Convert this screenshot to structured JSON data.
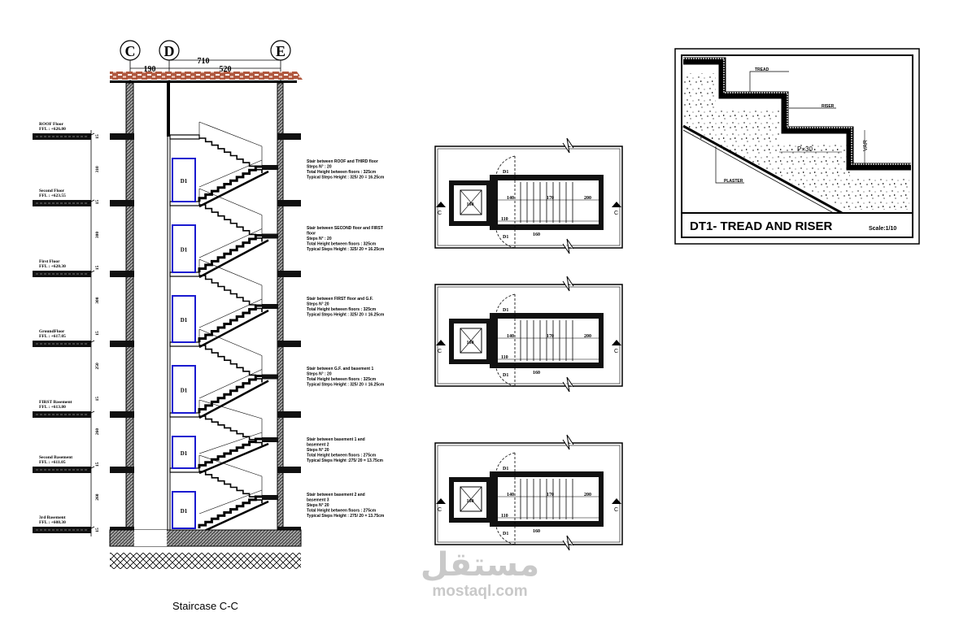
{
  "section": {
    "title": "Staircase C-C",
    "grid_labels": [
      "C",
      "D",
      "E"
    ],
    "dims": {
      "total": "710",
      "cd": "190",
      "de": "520"
    },
    "door_label": "D1",
    "floors": [
      {
        "name": "ROOF  Floor",
        "ffl": "FFL : +626.80"
      },
      {
        "name": "Second Floor",
        "ffl": "FFL : +623.55"
      },
      {
        "name": "First Floor",
        "ffl": "FFL : +620.30"
      },
      {
        "name": "GroundFloor",
        "ffl": "FFL : +617.05"
      },
      {
        "name": "FIRST Basement",
        "ffl": "FFL : +613.80"
      },
      {
        "name": "Second Basement",
        "ffl": "FFL : +611.05"
      },
      {
        "name": "3rd Basement",
        "ffl": "FFL : +608.30"
      }
    ],
    "level_dims": [
      "15",
      "310",
      "15",
      "300",
      "15",
      "300",
      "15",
      "250",
      "15",
      "260",
      "15",
      "260",
      "15"
    ],
    "notes": [
      [
        "Stair between  ROOF  and  THIRD floor",
        "Steps N° : 20",
        "Total Height between floors : 325cm",
        "Typical Steps Height : 325/ 20 = 16.25cm"
      ],
      [
        "Stair between  SECOND floor and FIRST",
        "floor",
        "Steps N° : 20",
        "Total Height between floors : 325cm",
        "Typical Steps Height : 325/ 20 = 16.25cm"
      ],
      [
        "Stair between  FIRST floor and G.F.",
        "Steps N°  20",
        "Total Height between floors : 325cm",
        "Typical Steps Height : 325/ 20 = 16.25cm"
      ],
      [
        "Stair between  G.F.  and basement 1",
        "Steps N° : 20",
        "Total Height between floors : 325cm",
        "Typical Steps Height : 325/ 20 = 16.25cm"
      ],
      [
        "Stair between  basement 1 and",
        "basement 2",
        "Steps N°  20",
        "Total Height between floors : 275cm",
        "Typical Steps Height :275/ 20 =  13.75cm"
      ],
      [
        "Stair between  basement 2 and",
        "basement 3",
        "Steps N°  20",
        "Total Height between floors : 275cm",
        "Typical Steps Height : 275/ 20 = 13.75cm"
      ]
    ]
  },
  "plans": {
    "door_label": "D1",
    "section_mark": "C",
    "dims": {
      "landing_top": "140",
      "landing_bottom": "110",
      "stairs": "170",
      "steps_len": "160",
      "shaft": "160",
      "width": "200"
    }
  },
  "detail": {
    "title": "DT1- TREAD AND RISER",
    "scale": "Scale:1/10",
    "labels": {
      "tread": "TREAD",
      "riser": "RISER",
      "plaster": "PLASTER",
      "going": "P=30",
      "var": "VAR"
    }
  },
  "watermark": {
    "arabic": "مستقل",
    "latin": "mostaql.com"
  },
  "colors": {
    "roof": "#b0583f",
    "door": "#1a1ad0",
    "line": "#000000"
  }
}
